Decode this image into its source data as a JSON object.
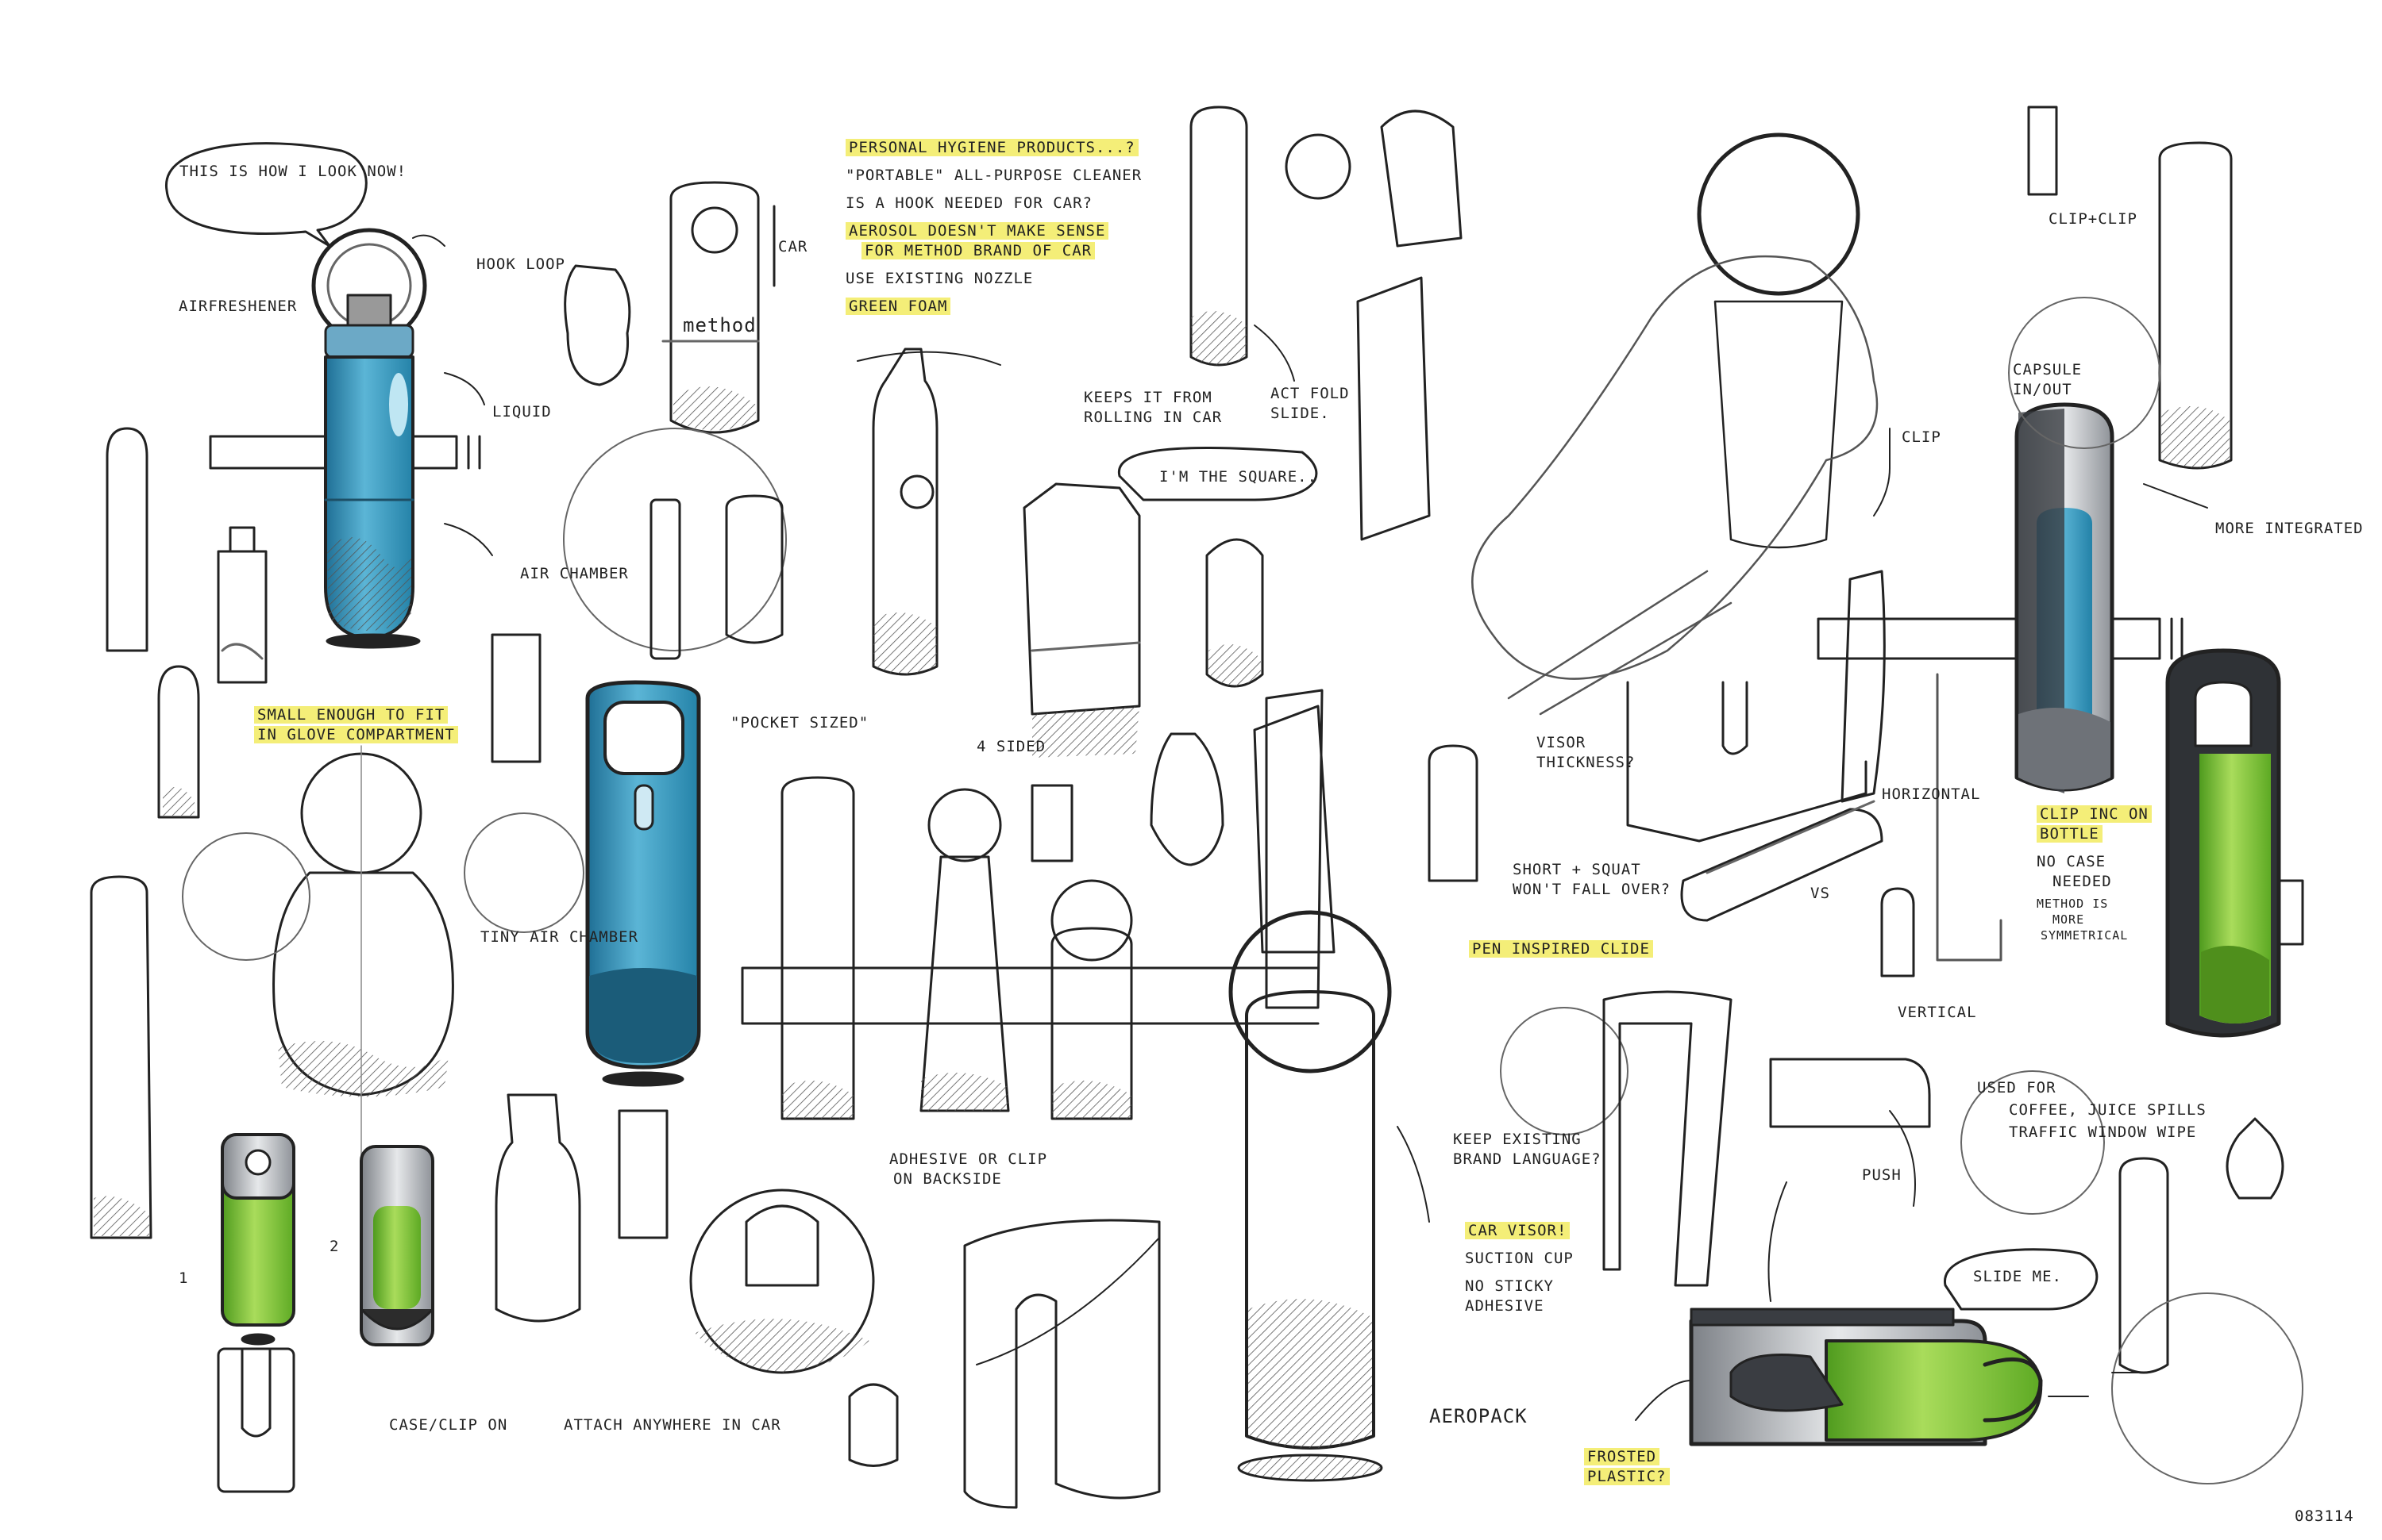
{
  "sheet_id": "083114",
  "colors": {
    "ink": "#222222",
    "blue": "#2f8fb5",
    "blue_light": "#7cc6de",
    "green": "#7fc43a",
    "green_light": "#b7e27a",
    "highlight": "#f4ee78",
    "grey": "#b9bcc0",
    "dark_grey": "#4a4d52"
  },
  "notes": {
    "bubble_look": "THIS IS HOW I LOOK NOW!",
    "hook_loop": "HOOK LOOP",
    "air_freshener": "AIRFRESHENER",
    "liquid": "LIQUID",
    "air_chamber": "AIR CHAMBER",
    "small_enough": "SMALL ENOUGH TO FIT",
    "glove_compartment": "IN GLOVE COMPARTMENT",
    "car": "CAR",
    "method_logo": "method",
    "pocket_sized": "\"POCKET SIZED\"",
    "tiny_air_chamber": "TINY AIR CHAMBER",
    "personal_hygiene": "PERSONAL HYGIENE PRODUCTS...?",
    "portable_cleaner": "\"PORTABLE\" ALL-PURPOSE CLEANER",
    "hook_needed": "IS A HOOK NEEDED FOR CAR?",
    "aerosol_sense": "AEROSOL DOESN'T MAKE SENSE",
    "for_method": "FOR METHOD BRAND OF CAR",
    "existing_nozzle": "USE EXISTING NOZZLE",
    "green_foam": "GREEN FOAM",
    "keeps_rolling": "KEEPS IT FROM",
    "rolling_car": "ROLLING IN CAR",
    "square_bubble": "I'M THE SQUARE..",
    "four_sided": "4 SIDED",
    "act_fold": "ACT FOLD",
    "slide": "SLIDE.",
    "short_squat": "SHORT + SQUAT",
    "wont_fall": "WON'T FALL OVER?",
    "adhesive_clip": "ADHESIVE OR CLIP",
    "on_backside": "ON BACKSIDE",
    "attach_anywhere": "ATTACH ANYWHERE IN CAR",
    "case_clip": "CASE/CLIP ON",
    "num_1": "1",
    "num_2": "2",
    "keep_existing": "KEEP EXISTING",
    "brand_language": "BRAND LANGUAGE?",
    "pen_inspired": "PEN INSPIRED CLIDE",
    "car_visor": "CAR VISOR!",
    "suction_cup": "SUCTION CUP",
    "no_sticky": "NO STICKY",
    "adhesive": "ADHESIVE",
    "aeropack": "AEROPACK",
    "frosted_plastic": "FROSTED",
    "plastic_q": "PLASTIC?",
    "slide_me": "SLIDE ME.",
    "used_for": "USED FOR",
    "coffee_juice": "COFFEE, JUICE SPILLS",
    "traffic_window": "TRAFFIC WINDOW WIPE",
    "push": "PUSH",
    "visor_thickness": "VISOR",
    "thickness_q": "THICKNESS?",
    "horizontal": "HORIZONTAL",
    "vertical": "VERTICAL",
    "vs": "VS",
    "clip_clip": "CLIP+CLIP",
    "capsule_inout": "CAPSULE",
    "in_out": "IN/OUT",
    "clip": "CLIP",
    "more_integrated": "MORE INTEGRATED",
    "clip_inc": "CLIP INC ON",
    "bottle": "BOTTLE",
    "no_case": "NO CASE",
    "needed": "NEEDED",
    "method_is": "METHOD IS",
    "more": "MORE",
    "symmetrical": "SYMMETRICAL"
  }
}
